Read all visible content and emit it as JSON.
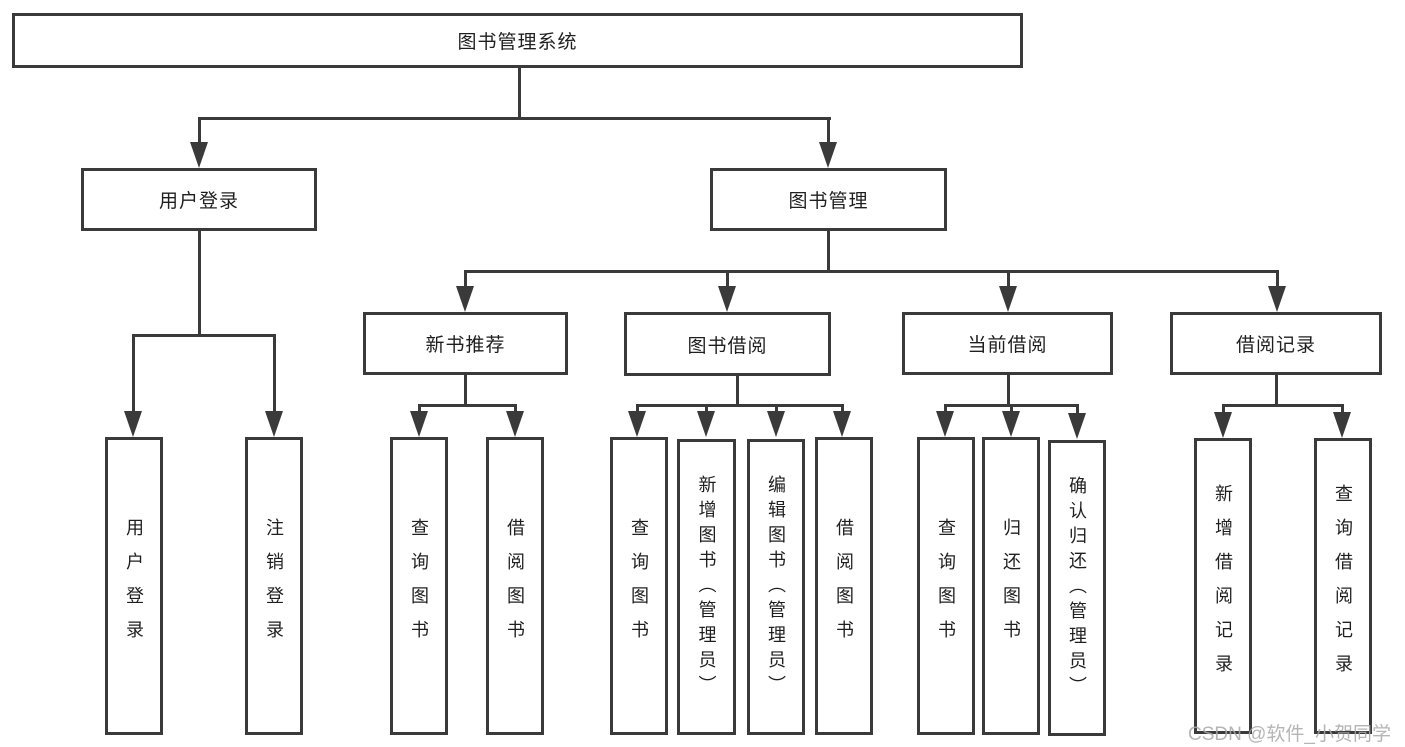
{
  "diagram": {
    "root": {
      "label": "图书管理系统"
    },
    "level2": [
      {
        "label": "用户登录"
      },
      {
        "label": "图书管理"
      }
    ],
    "level3": [
      {
        "label": "新书推荐"
      },
      {
        "label": "图书借阅"
      },
      {
        "label": "当前借阅"
      },
      {
        "label": "借阅记录"
      }
    ],
    "leaves": {
      "user": [
        "用户登录",
        "注销登录"
      ],
      "recommend": [
        "查询图书",
        "借阅图书"
      ],
      "borrow": [
        "查询图书",
        "新增图书（管理员）",
        "编辑图书（管理员）",
        "借阅图书"
      ],
      "current": [
        "查询图书",
        "归还图书",
        "确认归还（管理员）"
      ],
      "records": [
        "新增借阅记录",
        "查询借阅记录"
      ]
    }
  },
  "watermark": {
    "text": "CSDN @软件_小贺同学"
  },
  "colors": {
    "line": "#3a3a3a",
    "text": "#1f1f1f",
    "watermark": "#a9a9a9",
    "background": "#ffffff"
  }
}
